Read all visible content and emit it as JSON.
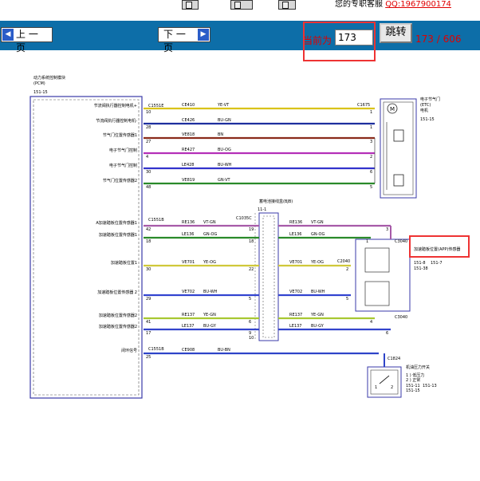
{
  "service": {
    "label": "您的专职客服",
    "qq": "QQ:1967900174"
  },
  "nav": {
    "prev": "上 一 页",
    "next": "下 一 页",
    "current_label": "当前为",
    "page_value": "173",
    "jump": "跳转",
    "page_count": "173 / 606"
  },
  "diagram": {
    "pcm": {
      "title": "动力系统控制模块",
      "subtitle": "(PCM)",
      "ref": "151-15",
      "conn_top": "C1551E",
      "conn_mid": "C1551B",
      "conn_bot": "C1551B"
    },
    "etc": {
      "title1": "电子节气门",
      "title2": "(ETC)",
      "title3": "电机",
      "ref": "151-15",
      "conn": "C1675"
    },
    "bjb": {
      "title": "蓄电池接线盒(BJB)",
      "ref": "11-1",
      "conn_left": "C1035C"
    },
    "app": {
      "title": "加速踏板位置(APP)传感器",
      "ref1": "151-8",
      "ref2": "151-7",
      "ref3": "151-38",
      "conn_top": "C3040",
      "conn_mid": "C2040",
      "conn_bot": "C3040"
    },
    "oil": {
      "title": "机油压力开关",
      "line1": "1 ) 低压力",
      "line2": "2 ) 正常",
      "ref1": "151-11",
      "ref2": "151-13",
      "ref3": "151-15",
      "conn": "C1824"
    },
    "wires": [
      {
        "label": "节流阀执行器控制电机+",
        "pin": "10",
        "circuit": "CE410",
        "color": "YE-VT",
        "end_pin": "1"
      },
      {
        "label": "节流阀执行器控制电机-",
        "pin": "28",
        "circuit": "CE426",
        "color": "BU-GN",
        "end_pin": "1"
      },
      {
        "label": "节气门位置传感器1",
        "pin": "27",
        "circuit": "VE818",
        "color": "BN",
        "end_pin": "3"
      },
      {
        "label": "电子节气门控制",
        "pin": "4",
        "circuit": "RE427",
        "color": "BU-OG",
        "end_pin": "2"
      },
      {
        "label": "电子节气门控制",
        "pin": "30",
        "circuit": "LE428",
        "color": "BU-WH",
        "end_pin": "6"
      },
      {
        "label": "节气门位置传感器2",
        "pin": "48",
        "circuit": "VE819",
        "color": "GN-VT",
        "end_pin": "5"
      },
      {
        "label": "A加速踏板位置传感器1",
        "pin": "42",
        "circuit": "RE136",
        "color": "VT-GN",
        "bjb_pin": "19",
        "circuit2": "RE136",
        "color2": "VT-GN",
        "end_pin": "3"
      },
      {
        "label": "加速踏板位置传感器1",
        "pin": "18",
        "circuit": "LE136",
        "color": "GN-OG",
        "bjb_pin": "18",
        "circuit2": "LE136",
        "color2": "GN-OG",
        "end_pin": "1"
      },
      {
        "label": "加速踏板位置1",
        "pin": "30",
        "circuit": "VE701",
        "color": "YE-OG",
        "bjb_pin": "22",
        "circuit2": "VE701",
        "color2": "YE-OG",
        "end_pin": "2"
      },
      {
        "label": "加速踏板位置传感器 2",
        "pin": "29",
        "circuit": "VE702",
        "color": "BU-WH",
        "bjb_pin": "5",
        "circuit2": "VE702",
        "color2": "BU-WH",
        "end_pin": "5"
      },
      {
        "label": "加速踏板位置传感器2",
        "pin": "41",
        "circuit": "RE137",
        "color": "YE-GN",
        "bjb_pin": "6",
        "circuit2": "RE137",
        "color2": "YE-GN",
        "end_pin": "4"
      },
      {
        "label": "加速踏板位置传感器2",
        "pin": "17",
        "circuit": "LE137",
        "color": "BU-GY",
        "bjb_pin": "9",
        "circuit2": "LE137",
        "color2": "BU-GY",
        "end_pin": "6"
      },
      {
        "label": "闭环信号",
        "pin": "25",
        "circuit": "CE908",
        "color": "BU-BN",
        "end_pin": ""
      }
    ],
    "bjb_bottom_pin": "10",
    "wire_colors": [
      "#d9c21a",
      "#1e2f9e",
      "#8a2a1a",
      "#b42fb8",
      "#3333cc",
      "#2a8a2a",
      "#a65aa8",
      "#2a8a2a",
      "#d0c83a",
      "#3344d0",
      "#a8c832",
      "#3344cc",
      "#2e44c8"
    ]
  }
}
